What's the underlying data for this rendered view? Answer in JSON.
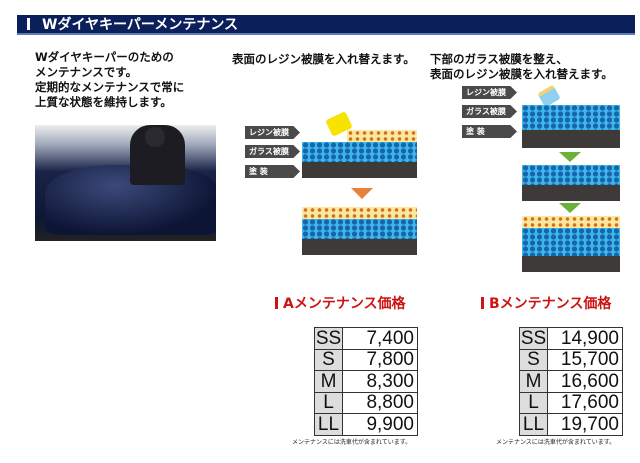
{
  "header": {
    "title": "Wダイヤキーパーメンテナンス"
  },
  "intro": {
    "lines": [
      "Wダイヤキーパーのための",
      "メンテナンスです。",
      "定期的なメンテナンスで常に",
      "上質な状態を維持します。"
    ]
  },
  "plan_a": {
    "caption": "表面のレジン被膜を入れ替えます。",
    "title": "Aメンテナンス価格",
    "rows": [
      {
        "size": "SS",
        "price": "7,400"
      },
      {
        "size": "S",
        "price": "7,800"
      },
      {
        "size": "M",
        "price": "8,300"
      },
      {
        "size": "L",
        "price": "8,800"
      },
      {
        "size": "LL",
        "price": "9,900"
      }
    ],
    "note": "メンテナンスには洗車代が含まれています。"
  },
  "plan_b": {
    "caption_lines": [
      "下部のガラス被膜を整え、",
      "表面のレジン被膜を入れ替えます。"
    ],
    "title": "Bメンテナンス価格",
    "rows": [
      {
        "size": "SS",
        "price": "14,900"
      },
      {
        "size": "S",
        "price": "15,700"
      },
      {
        "size": "M",
        "price": "16,600"
      },
      {
        "size": "L",
        "price": "17,600"
      },
      {
        "size": "LL",
        "price": "19,700"
      }
    ],
    "note": "メンテナンスには洗車代が含まれています。"
  },
  "layers": {
    "resin": "レジン被膜",
    "glass": "ガラス被膜",
    "paint": "塗 装"
  },
  "colors": {
    "header_bg": "#0b1f5a",
    "accent_red": "#cc1414",
    "arrow_orange": "#e8823a",
    "arrow_green": "#6ab23a"
  }
}
